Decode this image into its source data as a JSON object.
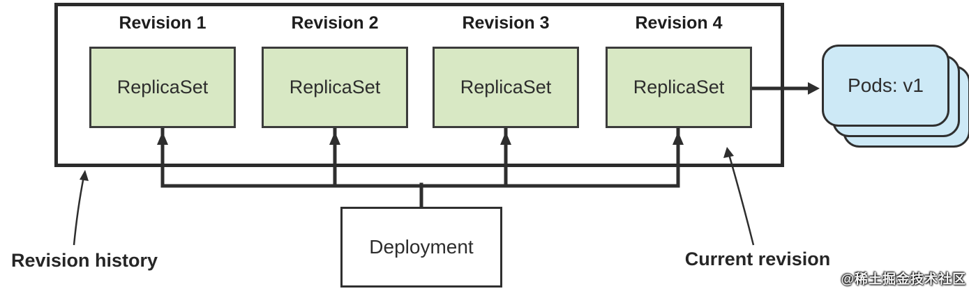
{
  "diagram": {
    "revisions": [
      {
        "title": "Revision 1",
        "box_label": "ReplicaSet"
      },
      {
        "title": "Revision 2",
        "box_label": "ReplicaSet"
      },
      {
        "title": "Revision 3",
        "box_label": "ReplicaSet"
      },
      {
        "title": "Revision 4",
        "box_label": "ReplicaSet"
      }
    ],
    "deployment": {
      "label": "Deployment"
    },
    "pods": {
      "label": "Pods: v1",
      "stack_count": 3
    },
    "annotations": {
      "revision_history": "Revision history",
      "current_revision": "Current revision"
    },
    "watermark": "@稀土掘金技术社区",
    "colors": {
      "line": "#2b2b2b",
      "replicaset_fill": "#d8e8c4",
      "pods_fill": "#cde9f6",
      "deployment_fill": "#ffffff",
      "text": "#2d2d2d"
    }
  }
}
